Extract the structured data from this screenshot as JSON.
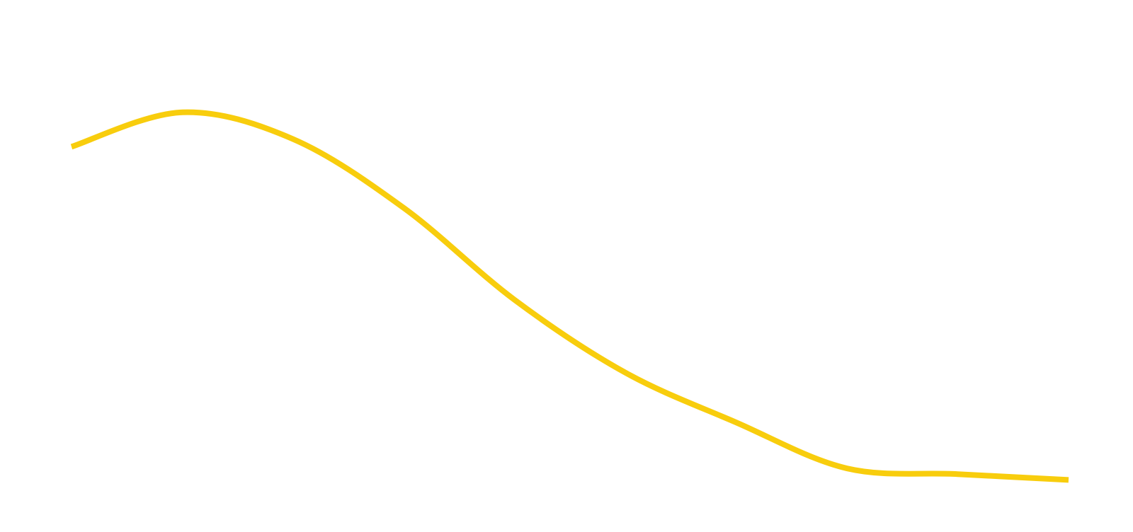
{
  "chart_data": {
    "type": "line",
    "title": "",
    "xlabel": "",
    "ylabel": "",
    "x": [
      0,
      1,
      2,
      3,
      4,
      5,
      6,
      7,
      8,
      9
    ],
    "series": [
      {
        "values": [
          9.1,
          10.0,
          9.3,
          7.5,
          5.1,
          3.2,
          1.9,
          0.7,
          0.55,
          0.4
        ],
        "color": "#f8cd0d"
      }
    ],
    "xlim": [
      0,
      9
    ],
    "ylim": [
      0,
      10.9
    ],
    "grid": false,
    "axes_visible": false,
    "legend": "none"
  }
}
